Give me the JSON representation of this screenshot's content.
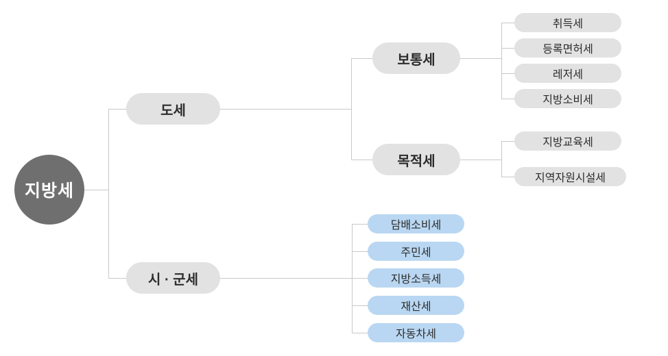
{
  "root": {
    "label": "지방세"
  },
  "branches": {
    "province": {
      "label": "도세",
      "children": {
        "ordinary": {
          "label": "보통세",
          "leaves": [
            "취득세",
            "등록면허세",
            "레저세",
            "지방소비세"
          ]
        },
        "purpose": {
          "label": "목적세",
          "leaves": [
            "지방교육세",
            "지역자원시설세"
          ]
        }
      }
    },
    "city_county": {
      "label": "시 · 군세",
      "leaves": [
        "담배소비세",
        "주민세",
        "지방소득세",
        "재산세",
        "자동차세"
      ]
    }
  },
  "colors": {
    "background": "#ffffff",
    "root_fill": "#6f6f6f",
    "root_text": "#ffffff",
    "gray_fill": "#e2e2e2",
    "blue_fill": "#b9d7f2",
    "node_text": "#2d2d2d",
    "line": "#c8c8c8"
  }
}
